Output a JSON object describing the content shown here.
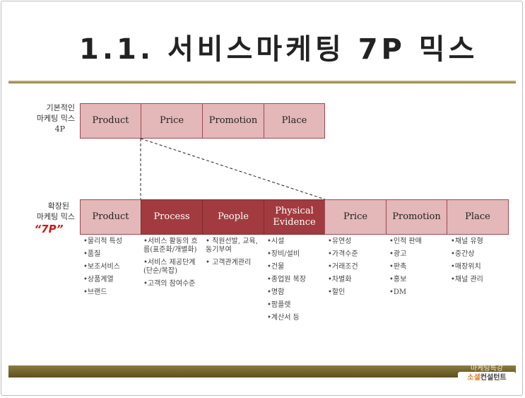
{
  "title": "1.1. 서비스마케팅 7P 믹스",
  "mix4": {
    "label_lines": [
      "기본적인",
      "마케팅 믹스",
      "4P"
    ],
    "items": [
      "Product",
      "Price",
      "Promotion",
      "Place"
    ]
  },
  "mix7": {
    "label_lines": [
      "확장된",
      "마케팅 믹스"
    ],
    "label_7p": "“7P”",
    "items": [
      {
        "label": "Product",
        "details": [
          "•물리적 특성",
          "•품질",
          "•보조서비스",
          "•상품계열",
          "•브랜드"
        ]
      },
      {
        "label": "Process",
        "details": [
          "•서비스 활동의 흐름(표준화/개별화)",
          "•서비스 제공단계(단순/복잡)",
          "•고객의 참여수준"
        ]
      },
      {
        "label": "People",
        "details": [
          "• 직원선발, 교육, 동기부여",
          "• 고객관계관리"
        ]
      },
      {
        "label": "Physical Evidence",
        "details": [
          "•시설",
          "•장비/설비",
          "•건물",
          "•종업원 복장",
          "•명함",
          "•팜플렛",
          "•계산서 등"
        ]
      },
      {
        "label": "Price",
        "details": [
          "•유연성",
          "•가격수준",
          "•거래조건",
          "•차별화",
          "•할인"
        ]
      },
      {
        "label": "Promotion",
        "details": [
          "•인적 판매",
          "•광고",
          "•판촉",
          "•홍보",
          "•DM"
        ]
      },
      {
        "label": "Place",
        "details": [
          "•채널 유형",
          "•중간상",
          "•매장위치",
          "•채널 관리"
        ]
      }
    ]
  },
  "footer": {
    "text": "마케팅특강",
    "logo_accent": "소셜",
    "logo_rest": "컨설턴트"
  },
  "colors": {
    "cell_light": "#e4b7b8",
    "cell_dark": "#a23b3f",
    "accent_7p": "#d01818",
    "rule_gold": "#8d7a3a"
  }
}
